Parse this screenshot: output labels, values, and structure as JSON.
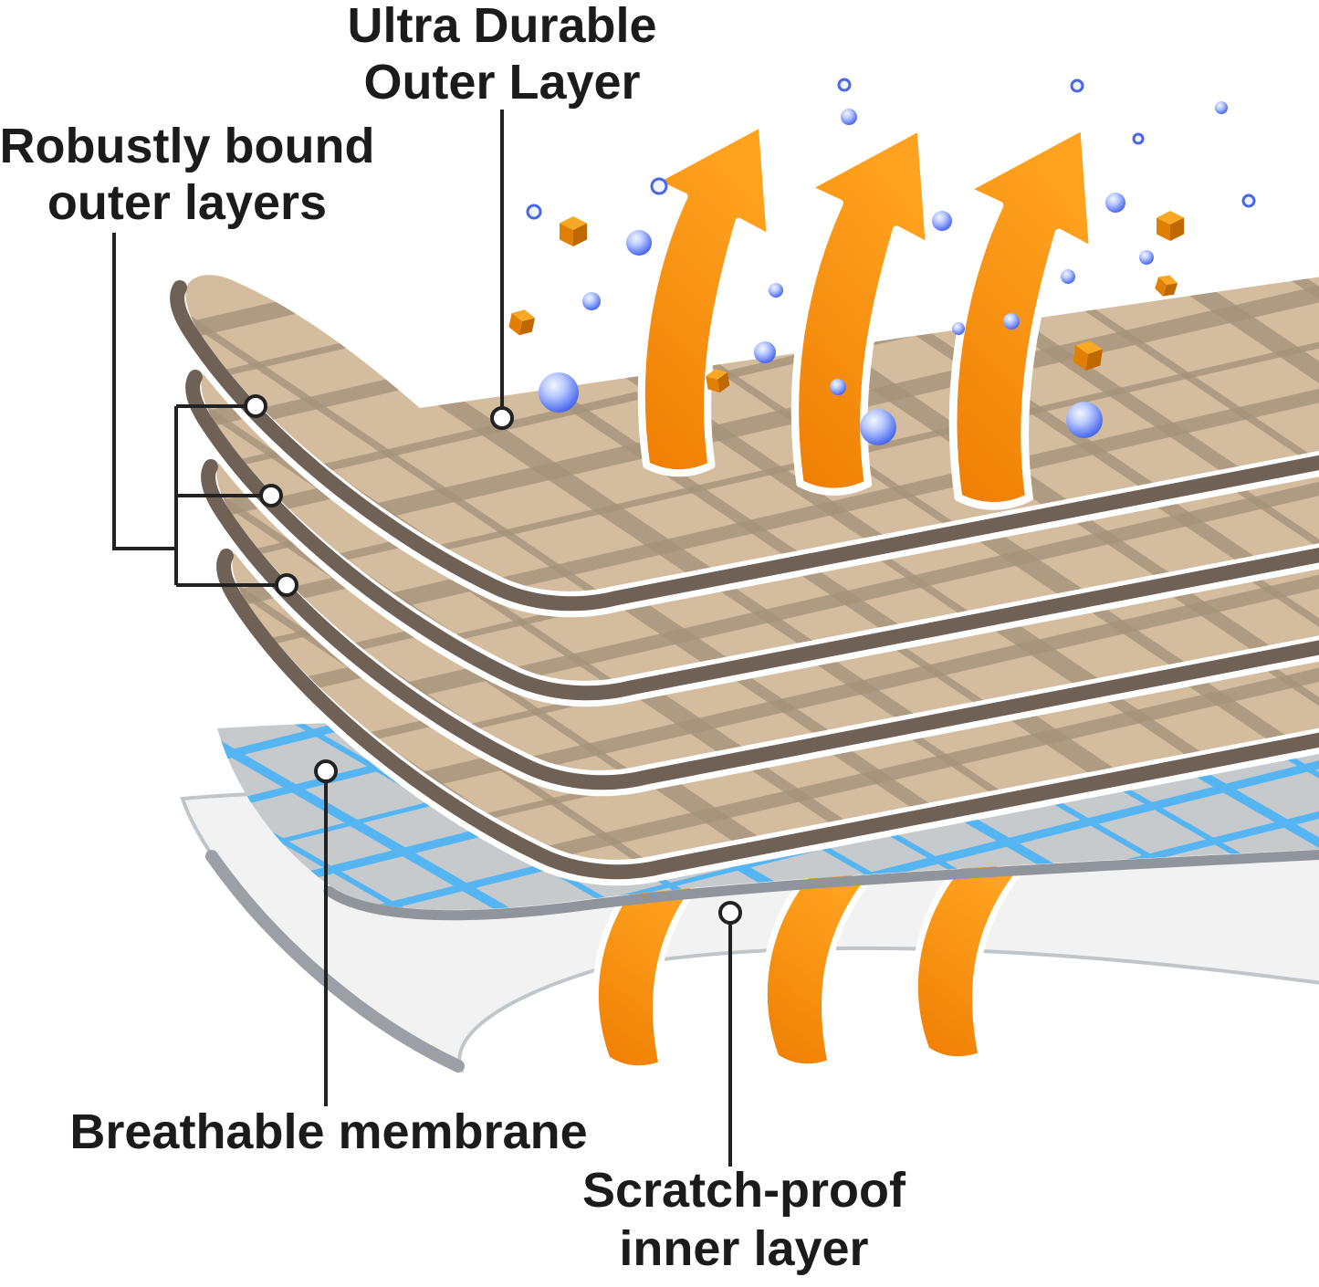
{
  "diagram": {
    "title": "Fabric layer construction diagram",
    "labels": {
      "ultra_durable": {
        "line1": "Ultra Durable",
        "line2": "Outer Layer"
      },
      "robustly_bound": {
        "line1": "Robustly bound",
        "line2": "outer layers"
      },
      "breathable": {
        "line1": "Breathable membrane"
      },
      "scratch_proof": {
        "line1": "Scratch-proof",
        "line2": "inner layer"
      }
    },
    "colors": {
      "background": "#ffffff",
      "fabric_fill": "#d4bd9e",
      "fabric_weave": "#a4937a",
      "fabric_edge": "#6f6156",
      "membrane_fill": "#c7cacd",
      "membrane_mesh": "#55b4f2",
      "membrane_edge": "#8f959b",
      "inner_fill": "#f2f2f2",
      "inner_edge": "#9aa0a6",
      "arrow_orange": "#f7870b",
      "droplet_blue": "#2e4fe0",
      "particle_orange": "#e07f04",
      "text": "#1b1b1b",
      "leader_line": "#222222"
    },
    "glyphs": {
      "vapor_arrow_icon": "curved upward orange arrow",
      "water_droplet_icon": "shaded blue circle",
      "dirt_particle_icon": "small orange cube",
      "callout_dot_icon": "white circle with dark ring"
    }
  }
}
